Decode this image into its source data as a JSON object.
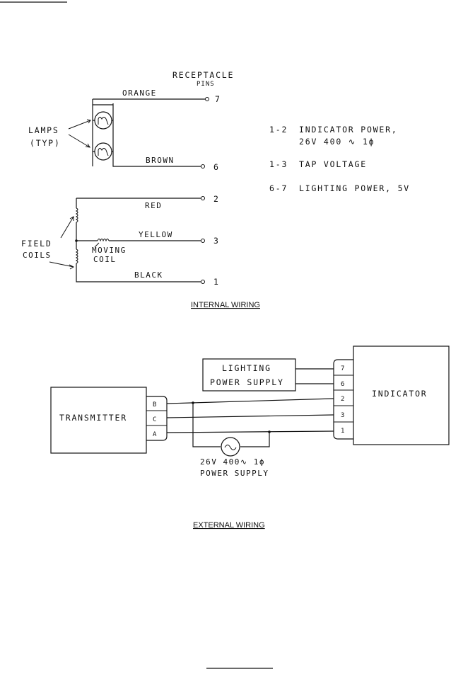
{
  "internal": {
    "receptacle_label": "RECEPTACLE",
    "pins_label": "PINS",
    "wire_orange": "ORANGE",
    "wire_brown": "BROWN",
    "wire_red": "RED",
    "wire_yellow": "YELLOW",
    "wire_black": "BLACK",
    "pin_7": "7",
    "pin_6": "6",
    "pin_2": "2",
    "pin_3": "3",
    "pin_1": "1",
    "lamps_label": "LAMPS",
    "typ_label": "(TYP)",
    "field_label": "FIELD",
    "coils_label": "COILS",
    "moving_label": "MOVING",
    "coil_label": "COIL",
    "legend": [
      {
        "pins": "1-2",
        "text": "INDICATOR POWER,"
      },
      {
        "pins": "",
        "text": "26V  400 ∿  1ϕ"
      },
      {
        "pins": "1-3",
        "text": "TAP VOLTAGE"
      },
      {
        "pins": "6-7",
        "text": "LIGHTING POWER, 5V"
      }
    ],
    "caption": "INTERNAL WIRING"
  },
  "external": {
    "lighting_line1": "LIGHTING",
    "lighting_line2": "POWER SUPPLY",
    "transmitter": "TRANSMITTER",
    "indicator": "INDICATOR",
    "tx_terminals": [
      "B",
      "C",
      "A"
    ],
    "ind_terminals": [
      "7",
      "6",
      "2",
      "3",
      "1"
    ],
    "power_line1": "26V  400∿  1ϕ",
    "power_line2": "POWER SUPPLY",
    "caption": "EXTERNAL WIRING"
  }
}
